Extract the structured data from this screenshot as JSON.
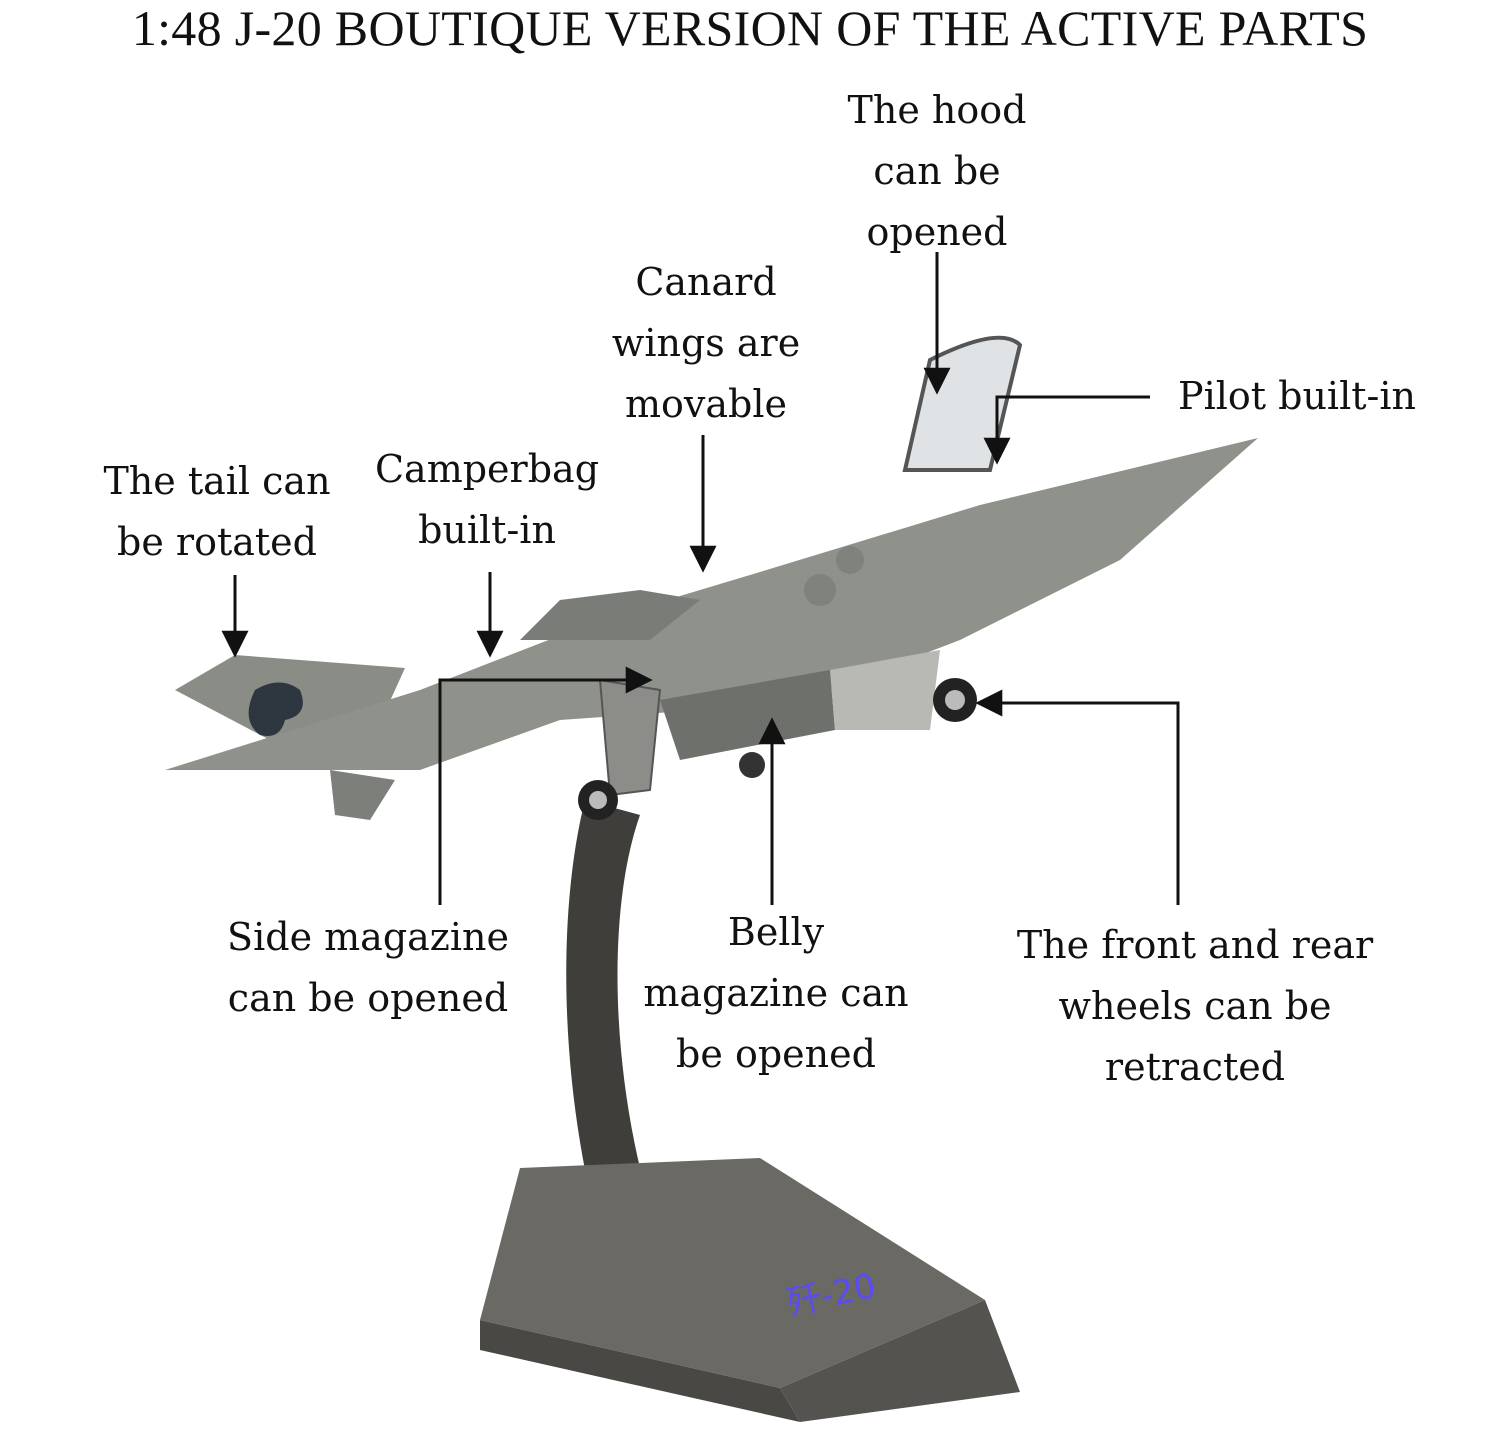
{
  "title": "1:48 J-20 BOUTIQUE VERSION OF THE ACTIVE PARTS",
  "callouts": {
    "hood": [
      "The hood",
      "can be",
      "opened"
    ],
    "canard": [
      "Canard",
      "wings are",
      "movable"
    ],
    "pilot": [
      "Pilot built-in"
    ],
    "tail": [
      "The tail can",
      "be rotated"
    ],
    "camperbag": [
      "Camperbag",
      "built-in"
    ],
    "side_magazine": [
      "Side magazine",
      "can be opened"
    ],
    "belly_magazine": [
      "Belly",
      "magazine can",
      "be opened"
    ],
    "wheels": [
      "The front and rear",
      "wheels can be",
      "retracted"
    ]
  },
  "base_logo": "歼-20",
  "colors": {
    "text": "#111111",
    "model": "#8a8c86",
    "stand": "#5f5d58",
    "logo": "#5a4cf0"
  }
}
